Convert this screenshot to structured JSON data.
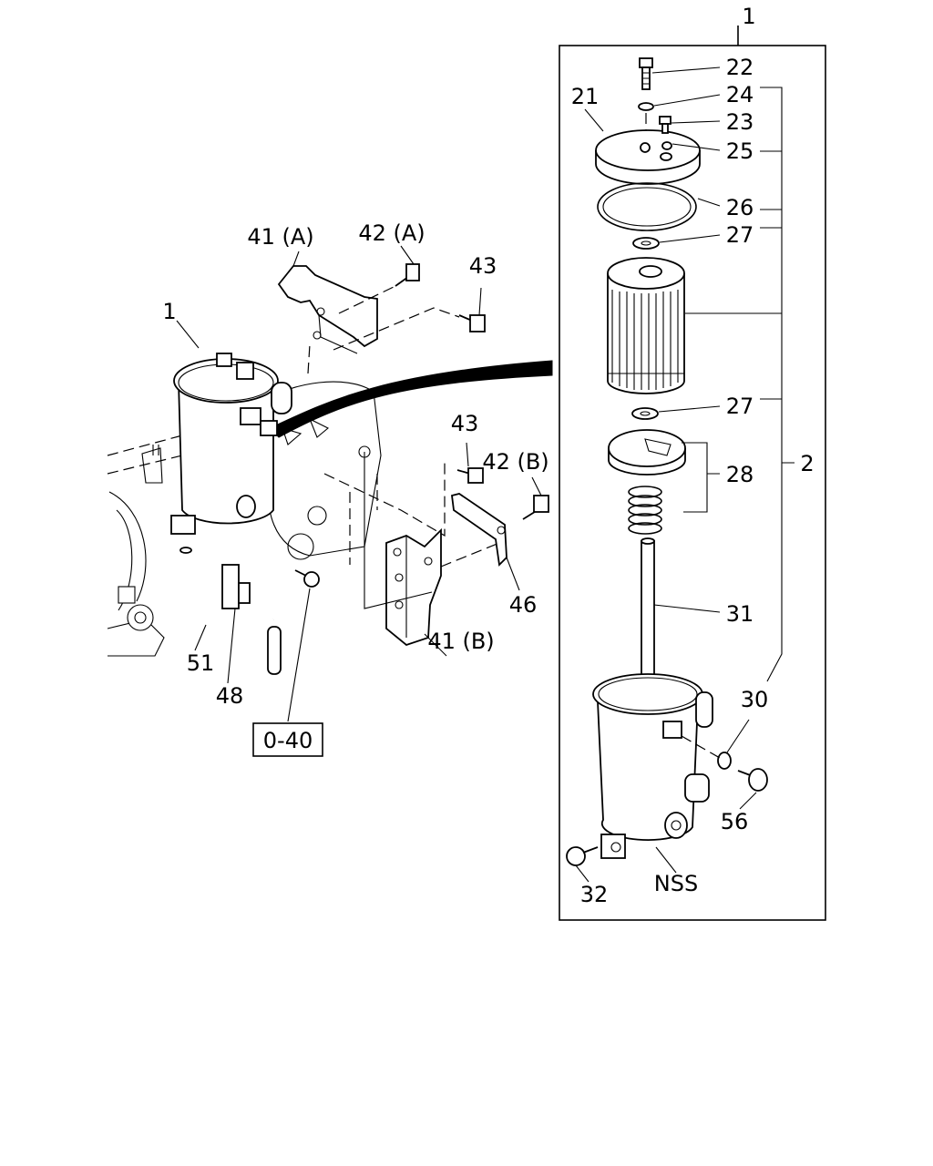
{
  "callouts": {
    "c1_top": "1",
    "c1_left": "1",
    "c2": "2",
    "c21": "21",
    "c22": "22",
    "c23": "23",
    "c24": "24",
    "c25": "25",
    "c26": "26",
    "c27a": "27",
    "c27b": "27",
    "c28": "28",
    "c30": "30",
    "c31": "31",
    "c32": "32",
    "c41a": "41 (A)",
    "c41b": "41 (B)",
    "c42a": "42 (A)",
    "c42b": "42 (B)",
    "c43a": "43",
    "c43b": "43",
    "c46": "46",
    "c48": "48",
    "c51": "51",
    "c56": "56",
    "nss": "NSS"
  },
  "reference_box": {
    "label": "0-40"
  }
}
